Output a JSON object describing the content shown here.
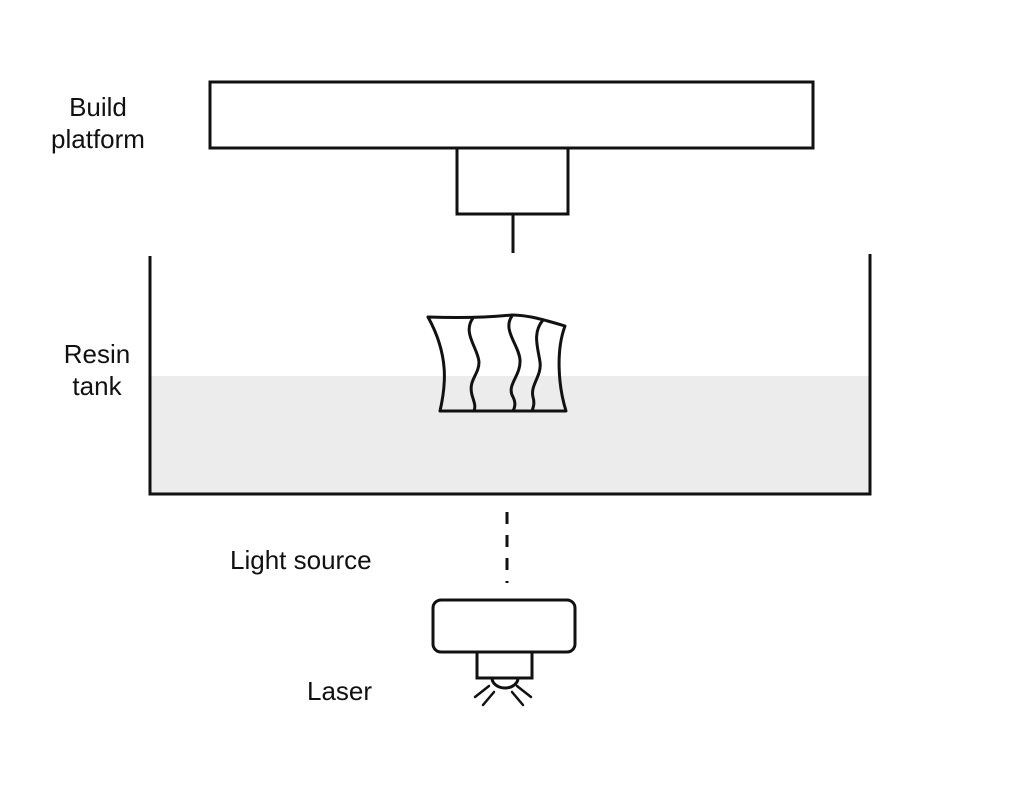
{
  "labels": {
    "build_platform": [
      "Build",
      "platform"
    ],
    "resin_tank": [
      "Resin",
      "tank"
    ],
    "light_source": "Light source",
    "laser": "Laser"
  },
  "colors": {
    "stroke": "#111111",
    "resin_fill": "#ececec",
    "background": "#ffffff"
  }
}
